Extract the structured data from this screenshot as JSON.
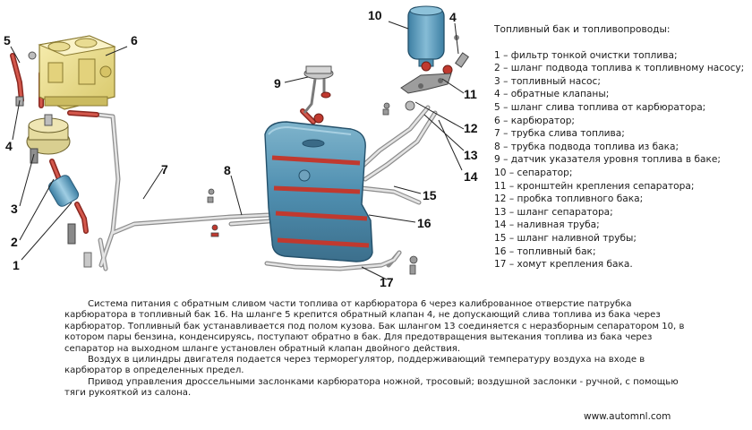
{
  "legend": {
    "title": "Топливный бак и топливопроводы:",
    "items": [
      "1 – фильтр тонкой очистки топлива;",
      "2 – шланг подвода топлива к топливному насосу;",
      "3 – топливный насос;",
      "4 – обратные клапаны;",
      "5 – шланг слива топлива от карбюратора;",
      "6 – карбюратор;",
      "7 – трубка слива топлива;",
      "8 – трубка подвода топлива из бака;",
      "9 – датчик указателя уровня топлива в баке;",
      "10 – сепаратор;",
      "11 – кронштейн крепления сепаратора;",
      "12 – пробка топливного бака;",
      "13 – шланг сепаратора;",
      "14 – наливная труба;",
      "15 – шланг наливной трубы;",
      "16 – топливный бак;",
      "17 – хомут крепления бака."
    ]
  },
  "callouts": {
    "n1": "1",
    "n2": "2",
    "n3": "3",
    "n4a": "4",
    "n4b": "4",
    "n5": "5",
    "n6": "6",
    "n7": "7",
    "n8": "8",
    "n9": "9",
    "n10": "10",
    "n11": "11",
    "n12": "12",
    "n13": "13",
    "n14": "14",
    "n15": "15",
    "n16": "16",
    "n17": "17"
  },
  "description": {
    "p1": "Система питания с обратным сливом части топлива от карбюратора 6 через калиброванное отверстие патрубка карбюратора в топливный бак 16. На шланге 5 крепится обратный клапан 4, не допускающий слива топлива из бака через карбюратор. Топливный бак устанавливается под полом кузова. Бак шлангом 13 соединяется с неразборным сепаратором 10, в котором пары бензина, конденсируясь, поступают обратно в бак. Для предотвращения вытекания топлива из бака через сепаратор на выходном шланге установлен обратный клапан двойного действия.",
    "p2": "Воздух в цилиндры двигателя подается через терморегулятор, поддерживающий температуру воздуха на входе в карбюратор в определенных предел.",
    "p3": "Привод управления дроссельными заслонками карбюратора ножной, тросовый; воздушной заслонки - ручной, с помощью тяги  рукояткой из салона."
  },
  "website": "www.automnl.com",
  "colors": {
    "tank_blue": "#4f8fb0",
    "hose_red": "#c0392f",
    "carb_yellow": "#f0e08a",
    "pipe_grey": "#c8c8c8"
  }
}
